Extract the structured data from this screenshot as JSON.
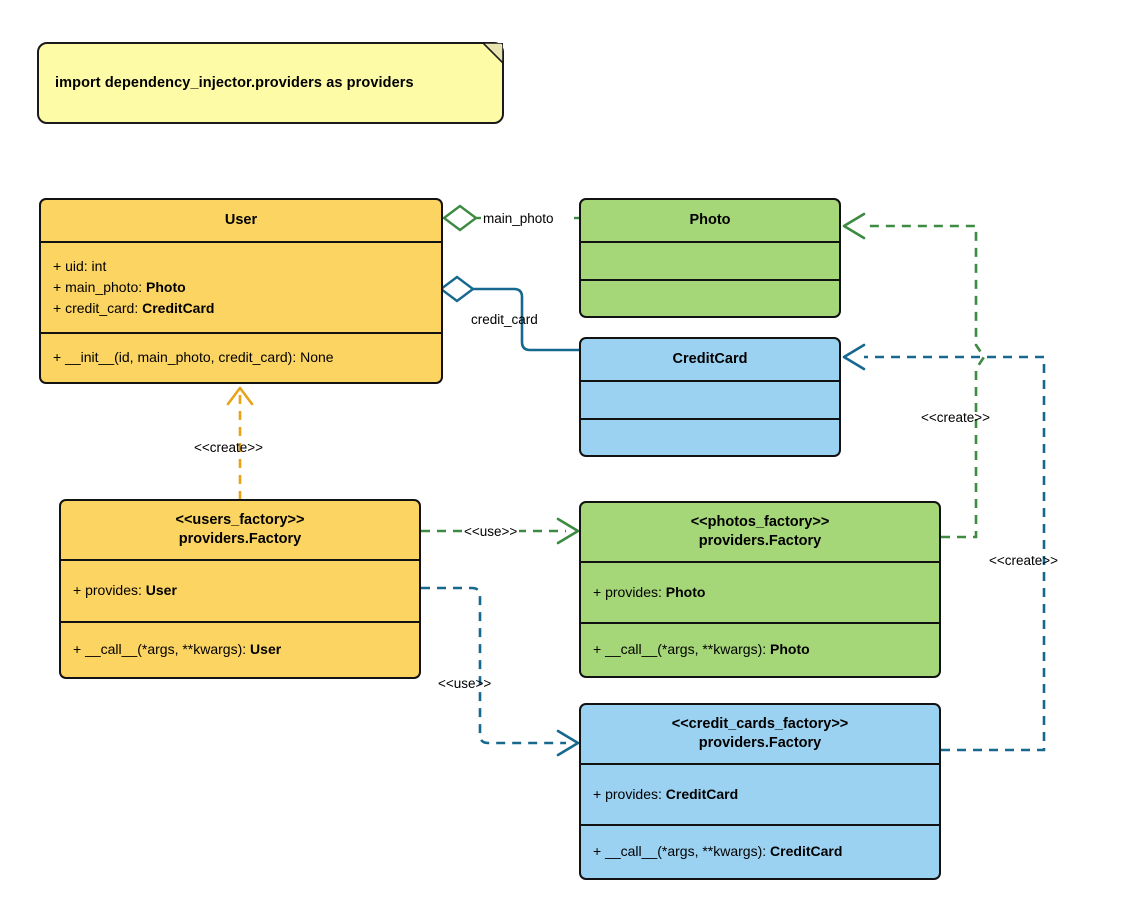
{
  "diagram": {
    "type": "uml-class-diagram",
    "title": "Dependency Injector providers factory diagram",
    "colors": {
      "yellow_fill": "#fcd462",
      "green_fill": "#a5d677",
      "blue_fill": "#9bd2f2",
      "note_fill": "#fdfba6",
      "outline": "#121212",
      "green_edge": "#3d8b41",
      "blue_edge": "#16688f",
      "amber_edge": "#e8a317"
    }
  },
  "note": {
    "text": "import dependency_injector.providers as providers"
  },
  "classes": {
    "user": {
      "name": "User",
      "attributes": [
        {
          "visibility": "+",
          "label": "uid: ",
          "type": "int",
          "bold_type": false
        },
        {
          "visibility": "+",
          "label": "main_photo: ",
          "type": "Photo",
          "bold_type": true
        },
        {
          "visibility": "+",
          "label": "credit_card: ",
          "type": "CreditCard",
          "bold_type": true
        }
      ],
      "methods": [
        {
          "visibility": "+",
          "label": "__init__(id, main_photo, credit_card): None",
          "type": "",
          "bold_type": false
        }
      ]
    },
    "photo": {
      "name": "Photo",
      "attributes": [],
      "methods": []
    },
    "credit_card": {
      "name": "CreditCard",
      "attributes": [],
      "methods": []
    },
    "users_factory": {
      "stereotype": "<<users_factory>>",
      "name": "providers.Factory",
      "attributes": [
        {
          "visibility": "+",
          "label": "provides: ",
          "type": "User",
          "bold_type": true
        }
      ],
      "methods": [
        {
          "visibility": "+",
          "label": "__call__(*args, **kwargs): ",
          "type": "User",
          "bold_type": true
        }
      ]
    },
    "photos_factory": {
      "stereotype": "<<photos_factory>>",
      "name": "providers.Factory",
      "attributes": [
        {
          "visibility": "+",
          "label": "provides: ",
          "type": "Photo",
          "bold_type": true
        }
      ],
      "methods": [
        {
          "visibility": "+",
          "label": "__call__(*args, **kwargs): ",
          "type": "Photo",
          "bold_type": true
        }
      ]
    },
    "credit_cards_factory": {
      "stereotype": "<<credit_cards_factory>>",
      "name": "providers.Factory",
      "attributes": [
        {
          "visibility": "+",
          "label": "provides: ",
          "type": "CreditCard",
          "bold_type": true
        }
      ],
      "methods": [
        {
          "visibility": "+",
          "label": "__call__(*args, **kwargs): ",
          "type": "CreditCard",
          "bold_type": true
        }
      ]
    }
  },
  "relations": {
    "user_main_photo": {
      "label": "main_photo",
      "kind": "aggregation",
      "from": "User",
      "to": "Photo",
      "color": "#3d8b41"
    },
    "user_credit_card": {
      "label": "credit_card",
      "kind": "aggregation",
      "from": "User",
      "to": "CreditCard",
      "color": "#16688f"
    },
    "users_factory_create_user": {
      "label": "<<create>>",
      "kind": "dependency",
      "from": "users_factory",
      "to": "User",
      "color": "#e8a317"
    },
    "users_factory_use_photos": {
      "label": "<<use>>",
      "kind": "dependency",
      "from": "users_factory",
      "to": "photos_factory",
      "color": "#3d8b41"
    },
    "users_factory_use_credit_cards": {
      "label": "<<use>>",
      "kind": "dependency",
      "from": "users_factory",
      "to": "credit_cards_factory",
      "color": "#16688f"
    },
    "photos_factory_create_photo": {
      "label": "<<create>>",
      "kind": "dependency",
      "from": "photos_factory",
      "to": "Photo",
      "color": "#3d8b41"
    },
    "credit_cards_factory_create_credit_card": {
      "label": "<<create>>",
      "kind": "dependency",
      "from": "credit_cards_factory",
      "to": "CreditCard",
      "color": "#16688f"
    }
  }
}
